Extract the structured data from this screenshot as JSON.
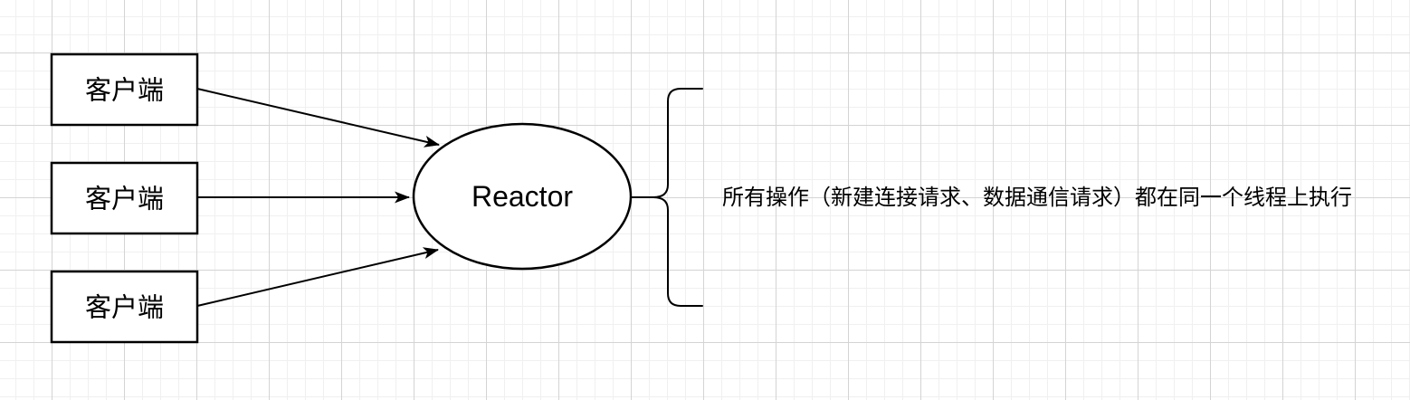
{
  "canvas": {
    "background": "#ffffff",
    "grid_minor_color": "#f0f0f0",
    "grid_major_color": "#d4d4d4",
    "stroke_color": "#000000",
    "shape_fill": "#ffffff"
  },
  "nodes": {
    "clients": [
      {
        "label": "客户端"
      },
      {
        "label": "客户端"
      },
      {
        "label": "客户端"
      }
    ],
    "reactor": {
      "label": "Reactor"
    }
  },
  "annotation": {
    "text": "所有操作（新建连接请求、数据通信请求）都在同一个线程上执行"
  }
}
